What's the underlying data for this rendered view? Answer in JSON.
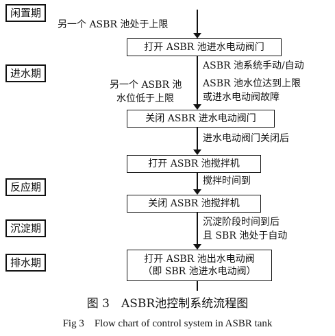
{
  "phases": [
    "闲置期",
    "进水期",
    "反应期",
    "沉淀期",
    "排水期"
  ],
  "boxes": [
    {
      "line1": "打开 ASBR 池进水电动阀门",
      "line2": ""
    },
    {
      "line1": "关闭 ASBR 进水电动阀门",
      "line2": ""
    },
    {
      "line1": "打开 ASBR 池搅拌机",
      "line2": ""
    },
    {
      "line1": "关闭 ASBR 池搅拌机",
      "line2": ""
    },
    {
      "line1": "打开 ASBR 池出水电动阀",
      "line2": "（即 SBR 池进水电动阀）"
    }
  ],
  "conditions": {
    "c0": "另一个 ASBR 池处于上限",
    "c1_left_1": "另一个 ASBR 池",
    "c1_left_2": "水位低于上限",
    "c1_right_1": "ASBR 池系统手动/自动",
    "c1_right_2": "ASBR 池水位达到上限",
    "c1_right_3": "或进水电动阀故障",
    "c2": "进水电动阀门关闭后",
    "c3": "搅拌时间到",
    "c4_1": "沉淀阶段时间到后",
    "c4_2": "且 SBR 池处于自动"
  },
  "caption": {
    "cn": "图 3　ASBR池控制系统流程图",
    "en": "Fig 3　Flow chart of control system in ASBR tank"
  }
}
